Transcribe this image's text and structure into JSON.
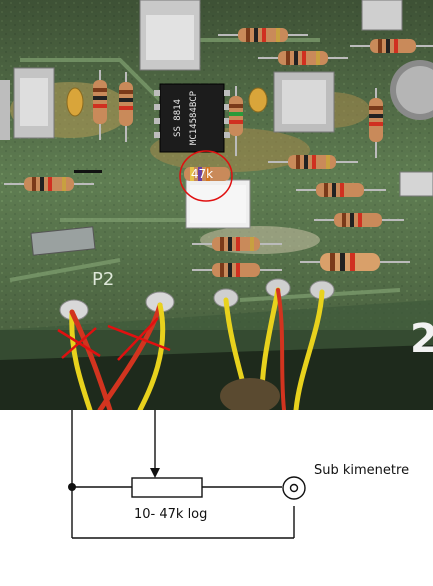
{
  "photo": {
    "ic_marking_line1": "MC14584BCP",
    "ic_marking_line2": "SS 8814",
    "resistor_label": "47k",
    "pad_label": "P2",
    "edge_digit": "2",
    "colors": {
      "pcb_green": "#5f7d52",
      "pcb_dark": "#2e3a2c",
      "wire_yellow": "#e8d21d",
      "wire_red": "#d2341f",
      "marker_red": "#e01010"
    }
  },
  "schematic": {
    "output_label": "Sub kimenetre",
    "pot_label": "10- 47k log"
  }
}
